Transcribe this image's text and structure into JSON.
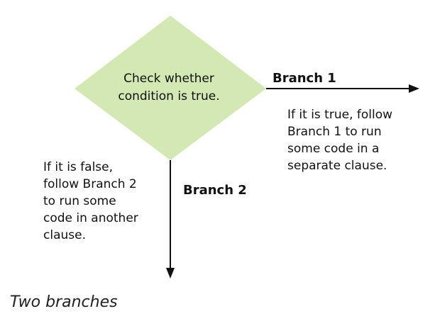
{
  "decision": {
    "text": "Check whether\ncondition is true.",
    "fill": "#d3e8b2"
  },
  "branch_1": {
    "label": "Branch 1",
    "description": "If it is true, follow\nBranch 1 to run\nsome code in a\nseparate clause."
  },
  "branch_2": {
    "label": "Branch 2",
    "description": "If it is false,\nfollow Branch 2\nto run some\ncode in another\nclause."
  },
  "caption": "Two branches",
  "colors": {
    "arrow": "#111111",
    "text": "#111111"
  }
}
